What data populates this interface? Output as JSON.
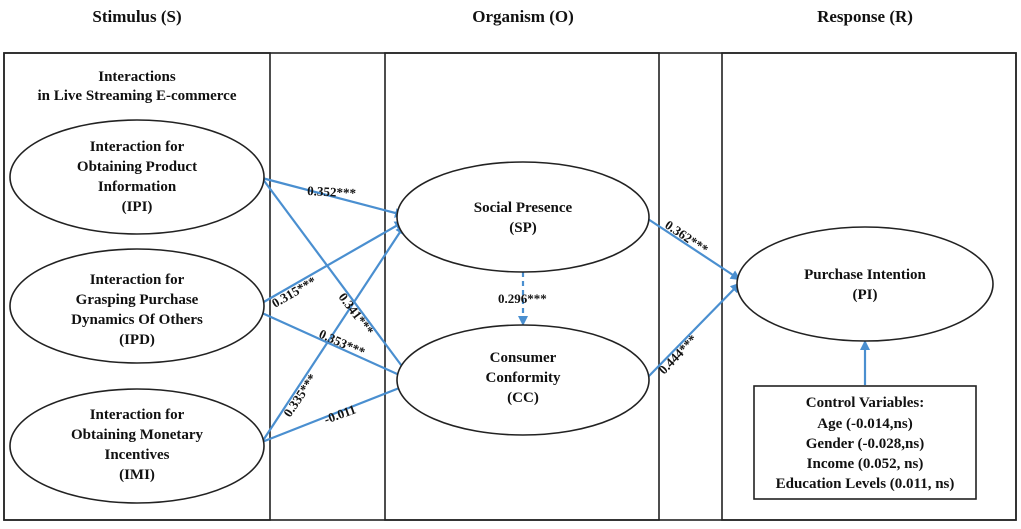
{
  "headers": {
    "stimulus": "Stimulus (S)",
    "organism": "Organism (O)",
    "response": "Response (R)"
  },
  "stimulus_title": [
    "Interactions",
    "in Live  Streaming E-commerce"
  ],
  "constructs": {
    "ipi": [
      "Interaction for",
      "Obtaining Product",
      "Information",
      "(IPI)"
    ],
    "ipd": [
      "Interaction for",
      "Grasping Purchase",
      "Dynamics Of Others",
      "(IPD)"
    ],
    "imi": [
      "Interaction for",
      "Obtaining Monetary",
      "Incentives",
      "(IMI)"
    ],
    "sp": [
      "Social Presence",
      "(SP)"
    ],
    "cc": [
      "Consumer",
      "Conformity",
      "(CC)"
    ],
    "pi": [
      "Purchase Intention",
      "(PI)"
    ]
  },
  "paths": {
    "ipi_sp": "0.352***",
    "ipd_sp": "0.315***",
    "ipi_cc": "0.341***",
    "ipd_cc": "0.353***",
    "imi_sp": "0.335***",
    "imi_cc": "-0.011",
    "sp_cc": "0.296***",
    "sp_pi": "0.362***",
    "cc_pi": "0.444***"
  },
  "controls": {
    "title": "Control Variables:",
    "items": [
      "Age (-0.014,ns)",
      "Gender (-0.028,ns)",
      "Income (0.052, ns)",
      "Education Levels (0.011, ns)"
    ]
  },
  "colors": {
    "arrow": "#4a8fd0",
    "stroke": "#222222"
  }
}
